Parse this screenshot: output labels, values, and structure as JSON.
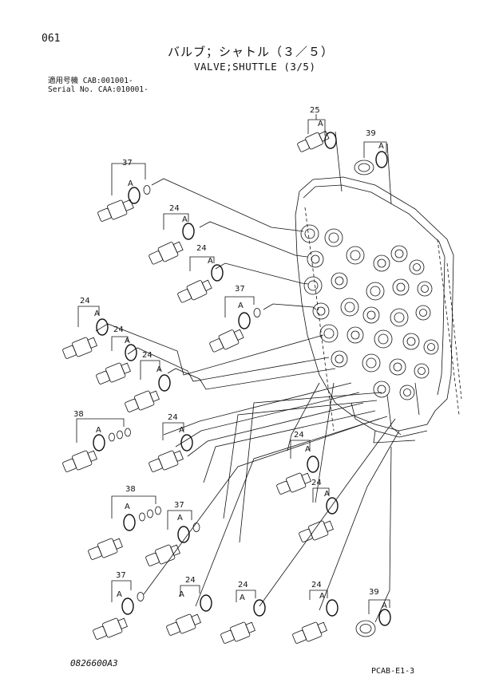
{
  "header": {
    "page_number": "061",
    "title_jp": "バルブ；シャトル（３／５）",
    "title_en": "VALVE;SHUTTLE (3/5)"
  },
  "serial_info": {
    "line1": "適用号機  CAB:001001-",
    "line2": "Serial No. CAA:010001-"
  },
  "footer": {
    "drawing_number": "0826600A3",
    "page_code": "PCAB-E1-3"
  },
  "callouts": [
    {
      "part": "25",
      "sub": "A"
    },
    {
      "part": "39",
      "sub": "A"
    },
    {
      "part": "37",
      "sub": "A"
    },
    {
      "part": "24",
      "sub": "A"
    },
    {
      "part": "24",
      "sub": "A"
    },
    {
      "part": "37",
      "sub": "A"
    },
    {
      "part": "24",
      "sub": "A"
    },
    {
      "part": "24",
      "sub": "A"
    },
    {
      "part": "24",
      "sub": "A"
    },
    {
      "part": "38",
      "sub": "A"
    },
    {
      "part": "24",
      "sub": "A"
    },
    {
      "part": "24",
      "sub": "A"
    },
    {
      "part": "24",
      "sub": "A"
    },
    {
      "part": "38",
      "sub": "A"
    },
    {
      "part": "37",
      "sub": "A"
    },
    {
      "part": "37",
      "sub": "A"
    },
    {
      "part": "24",
      "sub": "A"
    },
    {
      "part": "24",
      "sub": "A"
    },
    {
      "part": "24",
      "sub": "A"
    },
    {
      "part": "39",
      "sub": "A"
    }
  ]
}
